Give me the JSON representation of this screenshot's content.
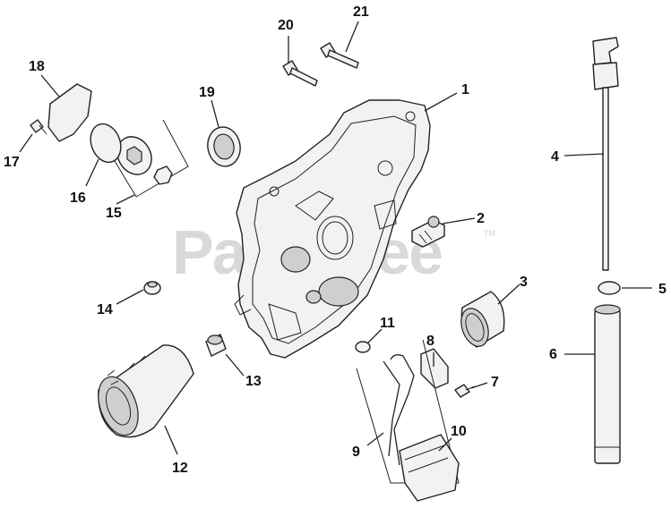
{
  "watermark": {
    "text": "PartsTree",
    "trademark": "TM"
  },
  "callouts": {
    "c1": "1",
    "c2": "2",
    "c3": "3",
    "c4": "4",
    "c5": "5",
    "c6": "6",
    "c7": "7",
    "c8": "8",
    "c9": "9",
    "c10": "10",
    "c11": "11",
    "c12": "12",
    "c13": "13",
    "c14": "14",
    "c15": "15",
    "c16": "16",
    "c17": "17",
    "c18": "18",
    "c19": "19",
    "c20": "20",
    "c21": "21"
  },
  "colors": {
    "outline": "#222222",
    "fill": "#f2f2f2",
    "watermark": "#d9d9d9"
  }
}
